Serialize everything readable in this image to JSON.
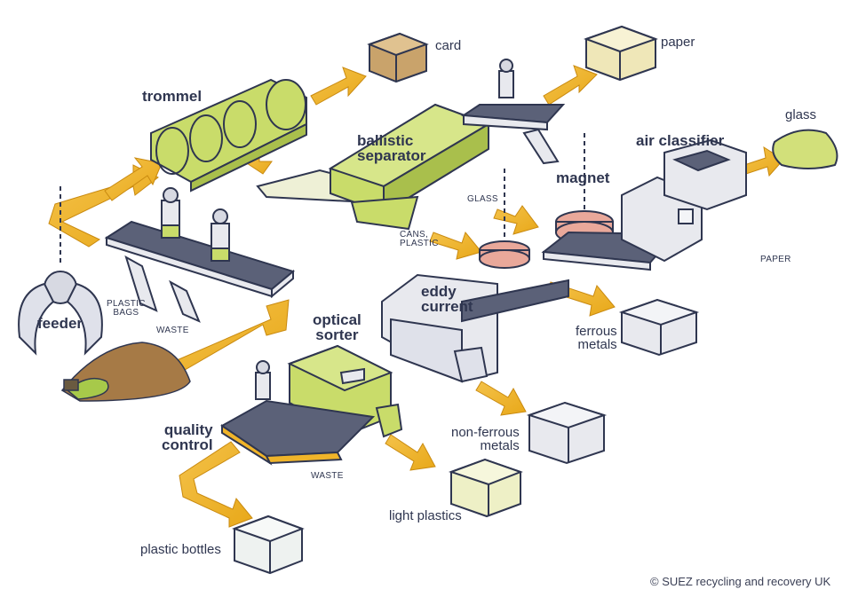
{
  "labels": {
    "card": "card",
    "paper": "paper",
    "trommel": "trommel",
    "ballistic_separator_line1": "ballistic",
    "ballistic_separator_line2": "separator",
    "glass": "glass",
    "air_classifier": "air classifier",
    "magnet": "magnet",
    "glass_small": "GLASS",
    "cans_plastic_line1": "CANS,",
    "cans_plastic_line2": "PLASTIC",
    "paper_small": "PAPER",
    "feeder": "feeder",
    "plastic_bags_line1": "PLASTIC",
    "plastic_bags_line2": "BAGS",
    "waste_1": "WASTE",
    "eddy_current_line1": "eddy",
    "eddy_current_line2": "current",
    "optical_sorter_line1": "optical",
    "optical_sorter_line2": "sorter",
    "ferrous_metals_line1": "ferrous",
    "ferrous_metals_line2": "metals",
    "quality_control_line1": "quality",
    "quality_control_line2": "control",
    "non_ferrous_metals_line1": "non-ferrous",
    "non_ferrous_metals_line2": "metals",
    "waste_2": "WASTE",
    "light_plastics": "light plastics",
    "plastic_bottles": "plastic bottles"
  },
  "credit": "© SUEZ recycling and recovery UK",
  "colors": {
    "arrow": "#f0b429",
    "machine_green": "#c9dc6a",
    "belt": "#5b6178",
    "outline": "#2f3650",
    "magnet_pink": "#e9a89a",
    "bale_paper": "#efe7b8",
    "bale_card": "#c9a36b",
    "bale_glass": "#d2e07a",
    "bale_metal": "#e8e9ee",
    "bale_plastic": "#eef2f0"
  }
}
